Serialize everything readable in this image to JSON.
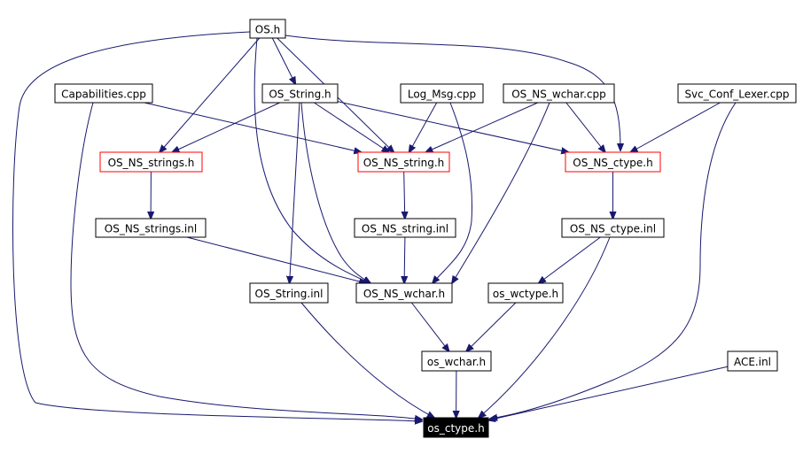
{
  "colors": {
    "edge": "#191970",
    "node_border": "#000000",
    "highlight_border": "#ff0000",
    "target_fill": "#000000",
    "target_text": "#ffffff"
  },
  "nodes": {
    "os_h": {
      "label": "OS.h",
      "style": "normal"
    },
    "capabilities_cpp": {
      "label": "Capabilities.cpp",
      "style": "normal"
    },
    "os_string_h": {
      "label": "OS_String.h",
      "style": "normal"
    },
    "log_msg_cpp": {
      "label": "Log_Msg.cpp",
      "style": "normal"
    },
    "os_ns_wchar_cpp": {
      "label": "OS_NS_wchar.cpp",
      "style": "normal"
    },
    "svc_conf_lexer_cpp": {
      "label": "Svc_Conf_Lexer.cpp",
      "style": "normal"
    },
    "os_ns_strings_h": {
      "label": "OS_NS_strings.h",
      "style": "red"
    },
    "os_ns_string_h": {
      "label": "OS_NS_string.h",
      "style": "red"
    },
    "os_ns_ctype_h": {
      "label": "OS_NS_ctype.h",
      "style": "red"
    },
    "os_ns_strings_inl": {
      "label": "OS_NS_strings.inl",
      "style": "normal"
    },
    "os_ns_string_inl": {
      "label": "OS_NS_string.inl",
      "style": "normal"
    },
    "os_ns_ctype_inl": {
      "label": "OS_NS_ctype.inl",
      "style": "normal"
    },
    "os_string_inl": {
      "label": "OS_String.inl",
      "style": "normal"
    },
    "os_ns_wchar_h": {
      "label": "OS_NS_wchar.h",
      "style": "normal"
    },
    "os_wctype_h": {
      "label": "os_wctype.h",
      "style": "normal"
    },
    "os_wchar_h": {
      "label": "os_wchar.h",
      "style": "normal"
    },
    "ace_inl": {
      "label": "ACE.inl",
      "style": "normal"
    },
    "os_ctype_h": {
      "label": "os_ctype.h",
      "style": "target"
    }
  },
  "edges": [
    {
      "from": "os_h",
      "to": "os_string_h"
    },
    {
      "from": "os_h",
      "to": "os_ns_strings_h"
    },
    {
      "from": "os_h",
      "to": "os_ns_string_h"
    },
    {
      "from": "os_h",
      "to": "os_ns_ctype_h"
    },
    {
      "from": "os_h",
      "to": "os_ns_wchar_h"
    },
    {
      "from": "os_h",
      "to": "os_ctype_h"
    },
    {
      "from": "capabilities_cpp",
      "to": "os_ns_string_h"
    },
    {
      "from": "capabilities_cpp",
      "to": "os_ctype_h"
    },
    {
      "from": "os_string_h",
      "to": "os_ns_strings_h"
    },
    {
      "from": "os_string_h",
      "to": "os_ns_string_h"
    },
    {
      "from": "os_string_h",
      "to": "os_ns_ctype_h"
    },
    {
      "from": "os_string_h",
      "to": "os_string_inl"
    },
    {
      "from": "os_string_h",
      "to": "os_ns_wchar_h"
    },
    {
      "from": "log_msg_cpp",
      "to": "os_ns_string_h"
    },
    {
      "from": "log_msg_cpp",
      "to": "os_ns_wchar_h"
    },
    {
      "from": "os_ns_wchar_cpp",
      "to": "os_ns_string_h"
    },
    {
      "from": "os_ns_wchar_cpp",
      "to": "os_ns_ctype_h"
    },
    {
      "from": "os_ns_wchar_cpp",
      "to": "os_ns_wchar_h"
    },
    {
      "from": "svc_conf_lexer_cpp",
      "to": "os_ns_ctype_h"
    },
    {
      "from": "svc_conf_lexer_cpp",
      "to": "os_ctype_h"
    },
    {
      "from": "os_ns_strings_h",
      "to": "os_ns_strings_inl"
    },
    {
      "from": "os_ns_string_h",
      "to": "os_ns_string_inl"
    },
    {
      "from": "os_ns_ctype_h",
      "to": "os_ns_ctype_inl"
    },
    {
      "from": "os_ns_strings_inl",
      "to": "os_ns_wchar_h"
    },
    {
      "from": "os_ns_string_inl",
      "to": "os_ns_wchar_h"
    },
    {
      "from": "os_ns_ctype_inl",
      "to": "os_wctype_h"
    },
    {
      "from": "os_ns_ctype_inl",
      "to": "os_ctype_h"
    },
    {
      "from": "os_string_inl",
      "to": "os_ctype_h"
    },
    {
      "from": "os_ns_wchar_h",
      "to": "os_wchar_h"
    },
    {
      "from": "os_wctype_h",
      "to": "os_wchar_h"
    },
    {
      "from": "os_wchar_h",
      "to": "os_ctype_h"
    },
    {
      "from": "ace_inl",
      "to": "os_ctype_h"
    }
  ]
}
